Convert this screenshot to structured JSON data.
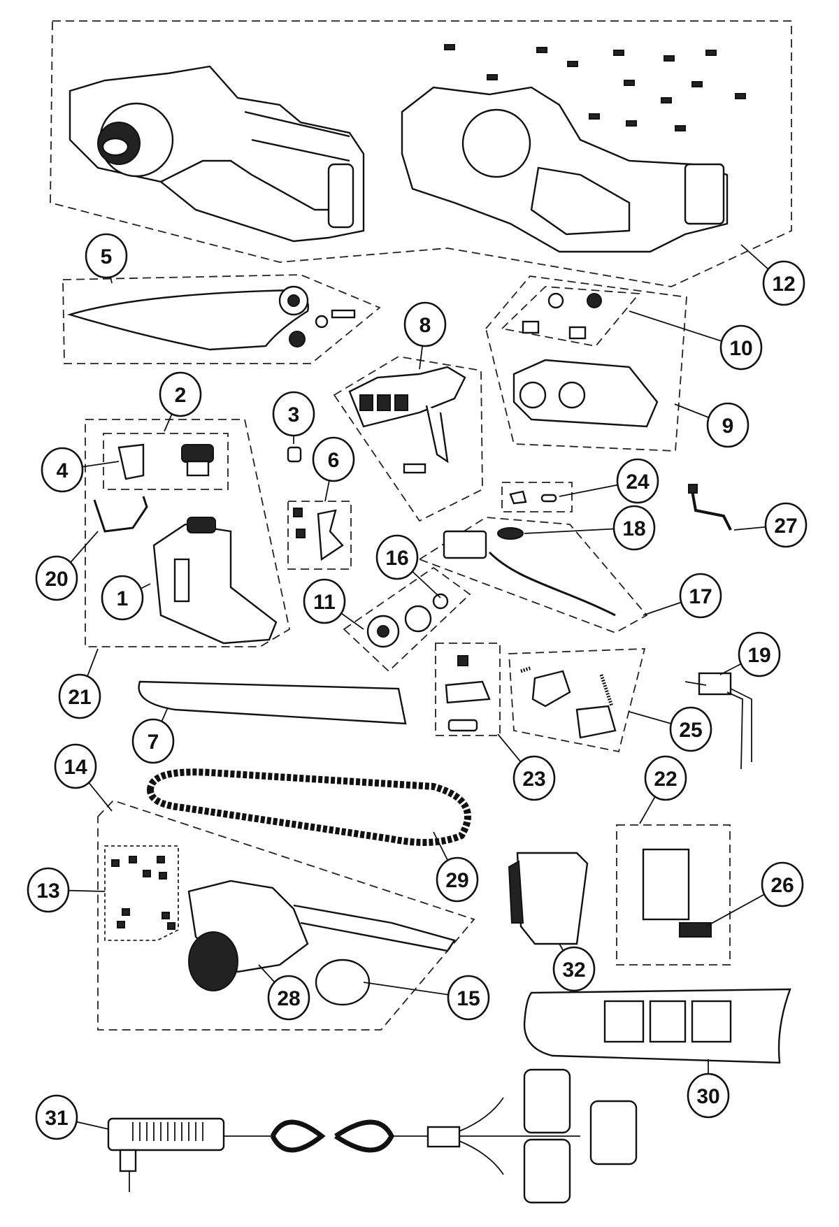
{
  "diagram": {
    "type": "exploded-parts-view",
    "callouts": [
      "1",
      "2",
      "3",
      "4",
      "5",
      "6",
      "7",
      "8",
      "9",
      "10",
      "11",
      "12",
      "13",
      "14",
      "15",
      "16",
      "17",
      "18",
      "19",
      "20",
      "21",
      "22",
      "23",
      "24",
      "25",
      "26",
      "27",
      "28",
      "29",
      "30",
      "31",
      "32"
    ]
  }
}
